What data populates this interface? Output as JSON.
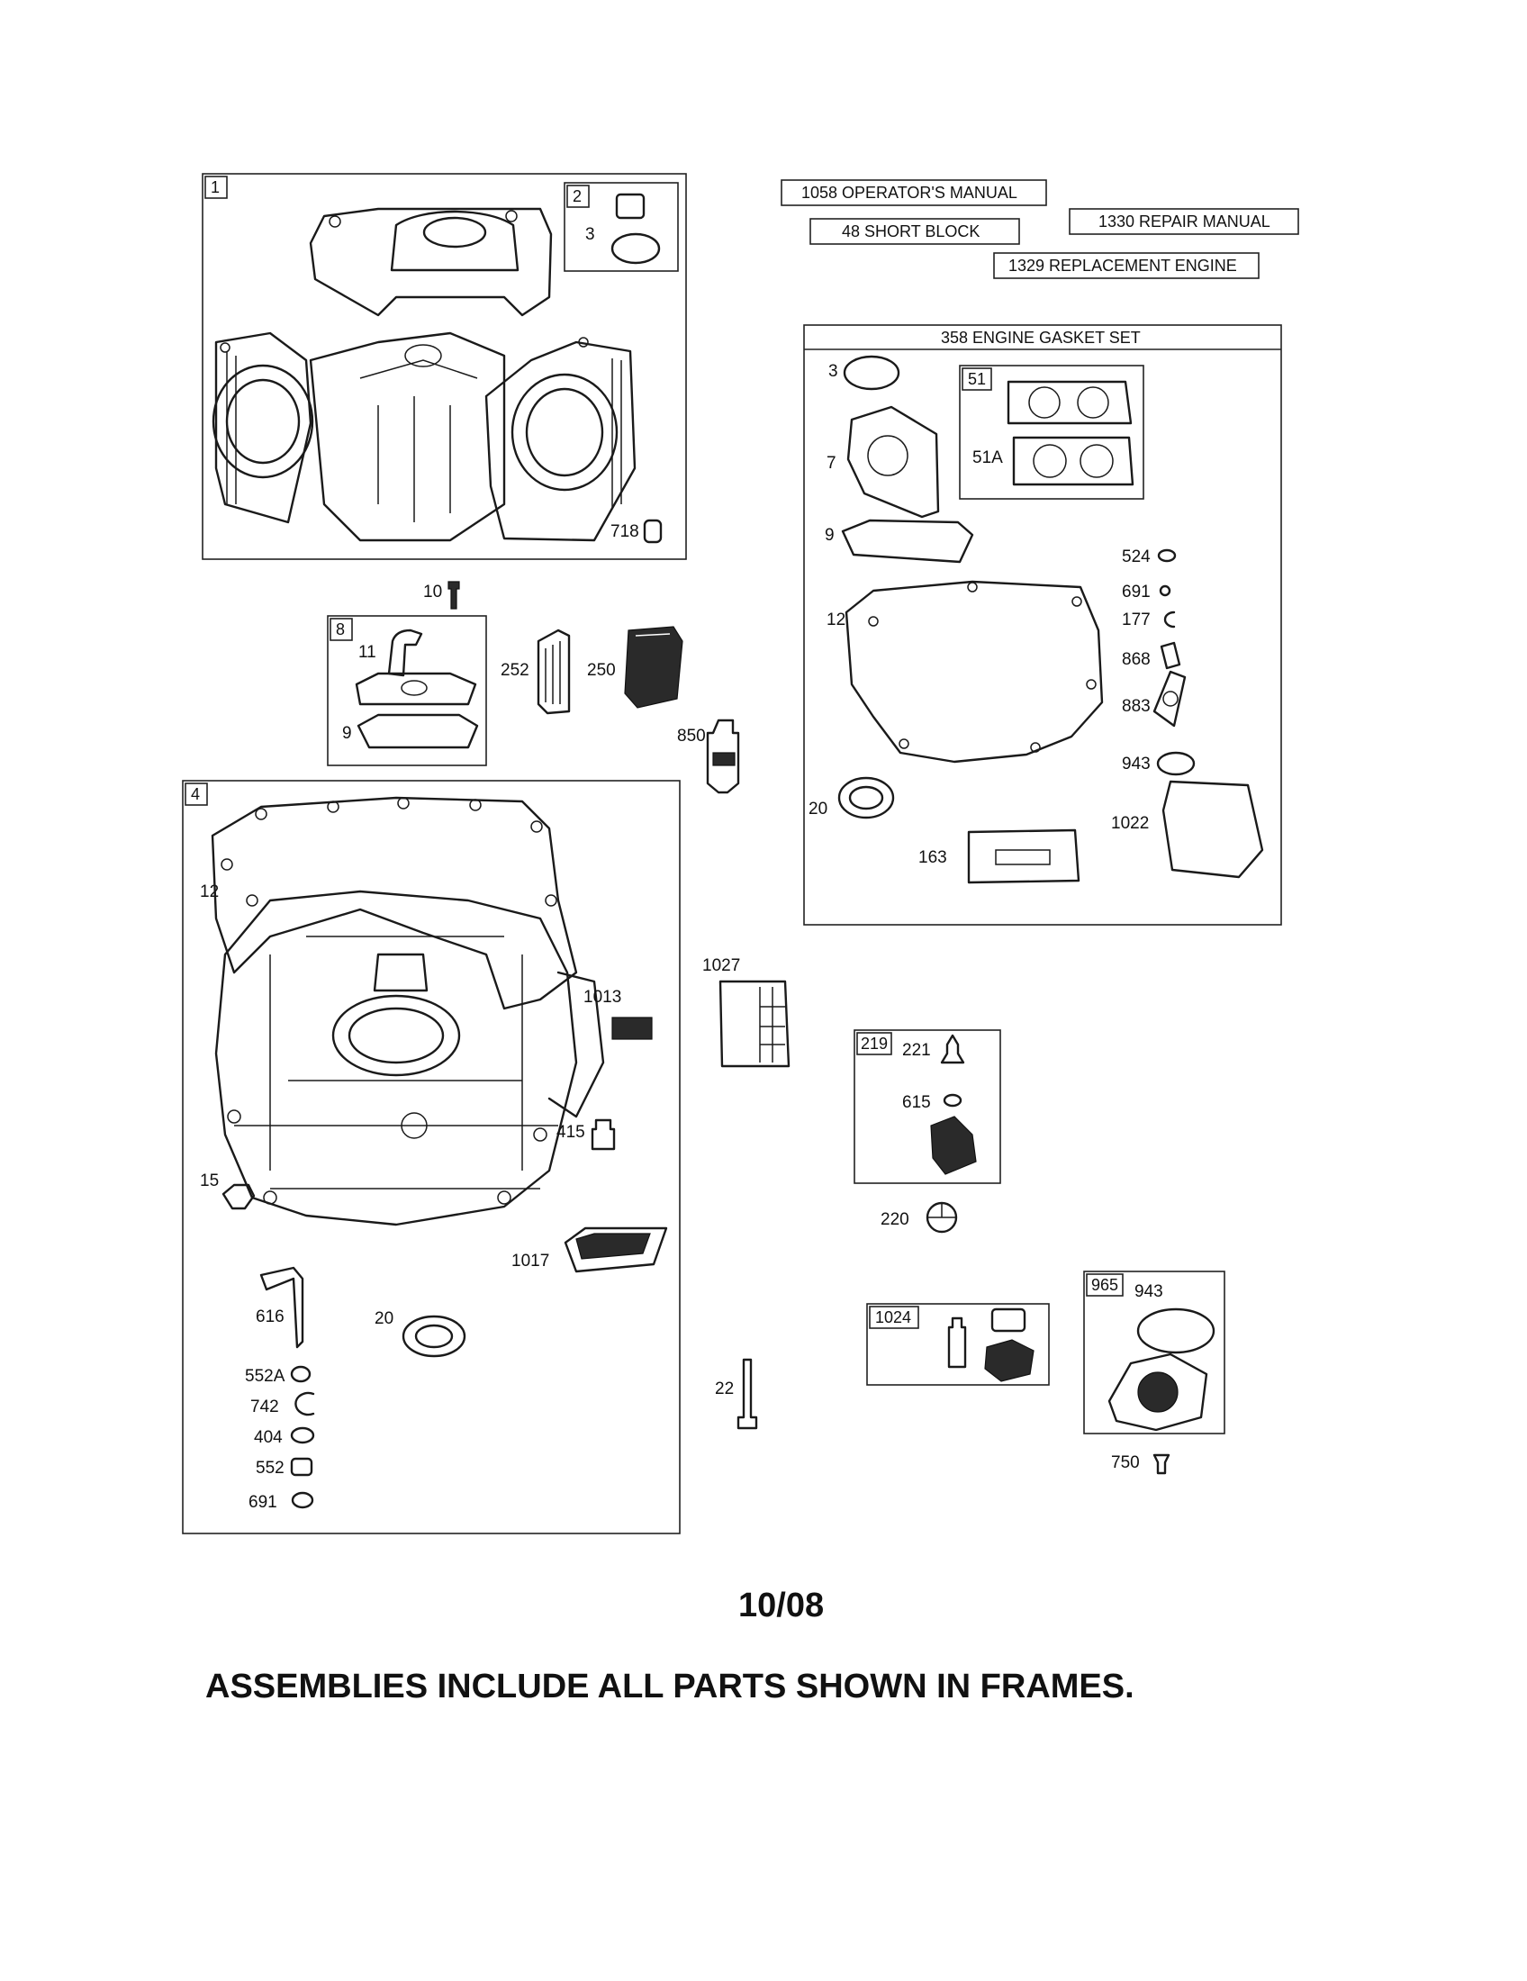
{
  "manuals": {
    "operators_manual": "1058 OPERATOR'S MANUAL",
    "short_block": "48 SHORT BLOCK",
    "repair_manual": "1330 REPAIR MANUAL",
    "replacement_engine": "1329 REPLACEMENT ENGINE"
  },
  "frames": {
    "cylinder": "1",
    "cylinder_sub": "2",
    "breather": "8",
    "sump": "4",
    "gasket_set_title": "358 ENGINE GASKET SET",
    "head_gaskets": "51",
    "governor": "219",
    "oil_pump": "1024",
    "oil_pump_assy": "965"
  },
  "labels": {
    "cyl_3": "3",
    "cyl_718": "718",
    "p10": "10",
    "p11": "11",
    "p9a": "9",
    "p252": "252",
    "p250": "250",
    "p850": "850",
    "g3": "3",
    "g7": "7",
    "g51A": "51A",
    "g9": "9",
    "g524": "524",
    "g691": "691",
    "g177": "177",
    "g868": "868",
    "g883": "883",
    "g12": "12",
    "g943": "943",
    "g20": "20",
    "g1022": "1022",
    "g163": "163",
    "s12": "12",
    "p1027": "1027",
    "p1013": "1013",
    "p415": "415",
    "p15": "15",
    "p1017": "1017",
    "p616": "616",
    "p20": "20",
    "p552A": "552A",
    "p742": "742",
    "p404": "404",
    "p552": "552",
    "p691": "691",
    "p22": "22",
    "p221": "221",
    "p615": "615",
    "p220": "220",
    "p943b": "943",
    "p750": "750"
  },
  "date": "10/08",
  "footer": "ASSEMBLIES INCLUDE ALL PARTS SHOWN IN FRAMES."
}
